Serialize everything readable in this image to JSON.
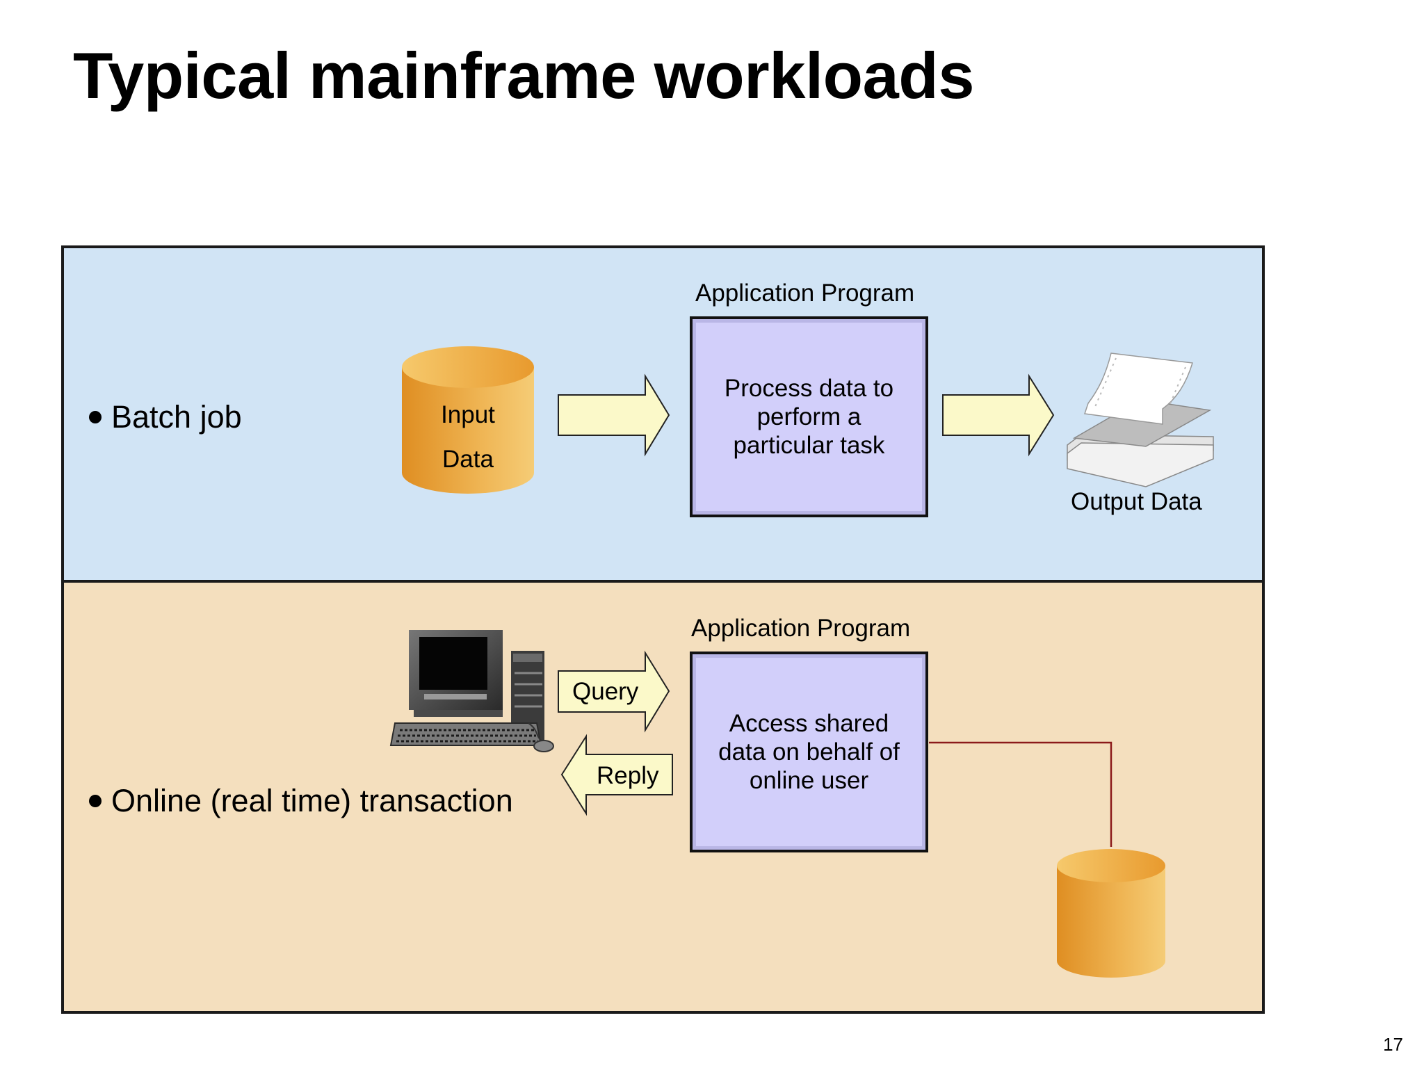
{
  "slide": {
    "title": "Typical mainframe workloads",
    "page_number": "17"
  },
  "batch": {
    "bullet": "Batch job",
    "input_label_line1": "Input",
    "input_label_line2": "Data",
    "app_title": "Application Program",
    "app_text": [
      "Process data to",
      "perform a",
      "particular task"
    ],
    "output_label": "Output Data"
  },
  "online": {
    "bullet": "Online (real time) transaction",
    "app_title": "Application Program",
    "app_text": [
      "Access shared",
      "data on behalf of",
      "online user"
    ],
    "query_label": "Query",
    "reply_label": "Reply"
  },
  "colors": {
    "batch_panel": "#d1e4f5",
    "online_panel": "#f4dfbe",
    "app_box": "#d2cffa",
    "arrow_fill": "#fbf9c9",
    "cylinder_dark": "#df8e22",
    "cylinder_light": "#f3c469",
    "connector_line": "#8b1a1a"
  },
  "icons": {
    "input_database": "cylinder-icon",
    "output_printout": "printer-paper-icon",
    "workstation": "desktop-computer-icon",
    "shared_database": "cylinder-icon"
  }
}
